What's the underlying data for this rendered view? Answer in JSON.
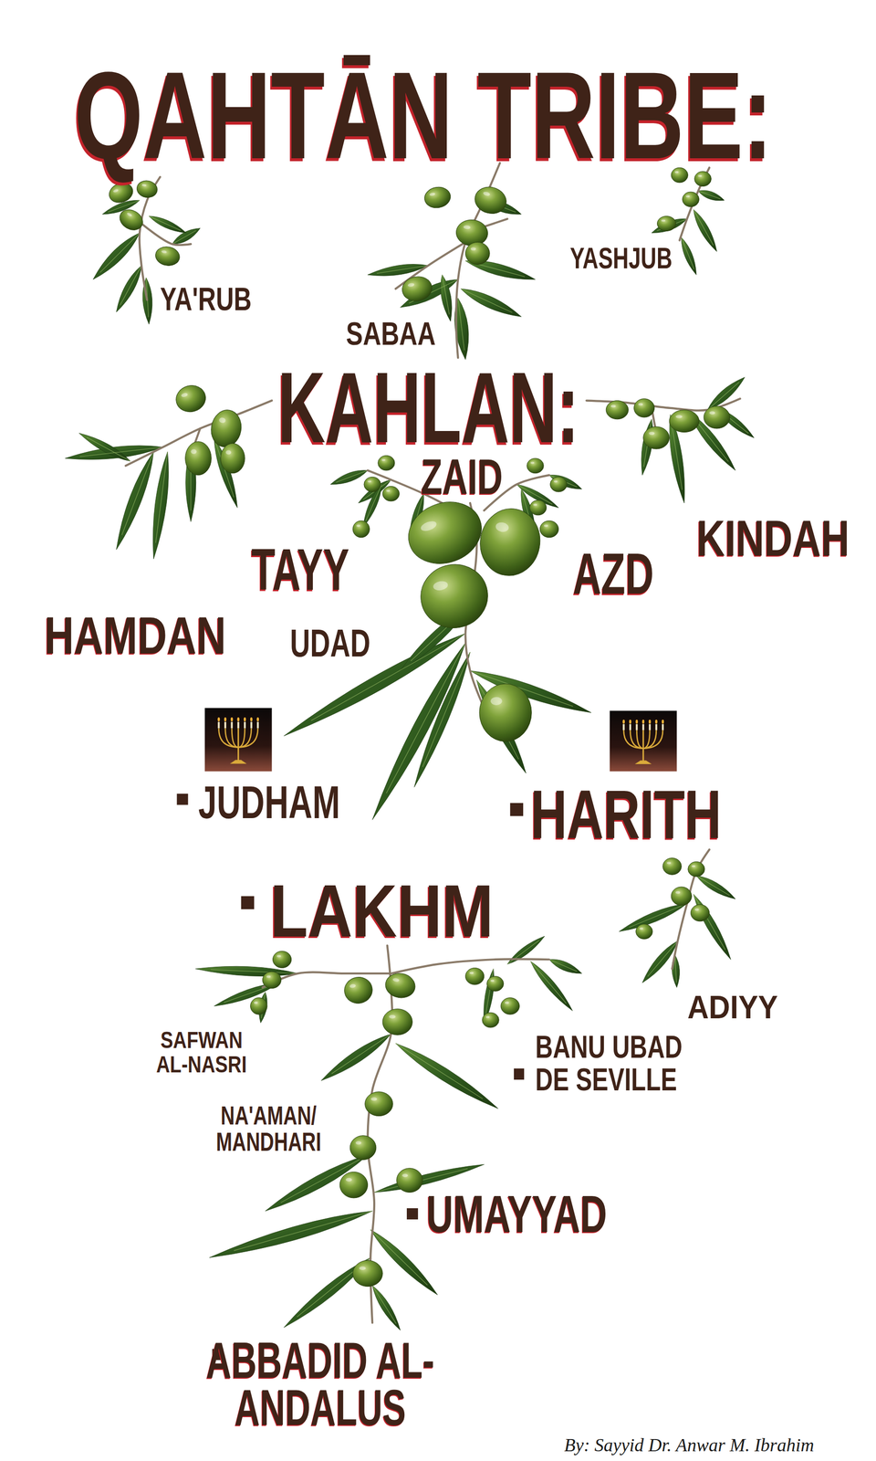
{
  "diagram": {
    "title": "QAHTĀN TRIBE:",
    "caption": "By: Sayyid Dr. Anwar M. Ibrahim",
    "labels": [
      "YA'RUB",
      "YASHJUB",
      "SABAA",
      "KAHLAN:",
      "ZAID",
      "KINDAH",
      "TAYY",
      "AZD",
      "HAMDAN",
      "UDAD",
      "JUDHAM",
      "HARITH",
      "LAKHM",
      "ADIYY",
      "SAFWAN AL-NASRI",
      "BANU UBAD DE SEVILLE",
      "NA'AMAN/ MANDHARI",
      "UMAYYAD",
      "ABBADID AL-ANDALUS"
    ]
  }
}
